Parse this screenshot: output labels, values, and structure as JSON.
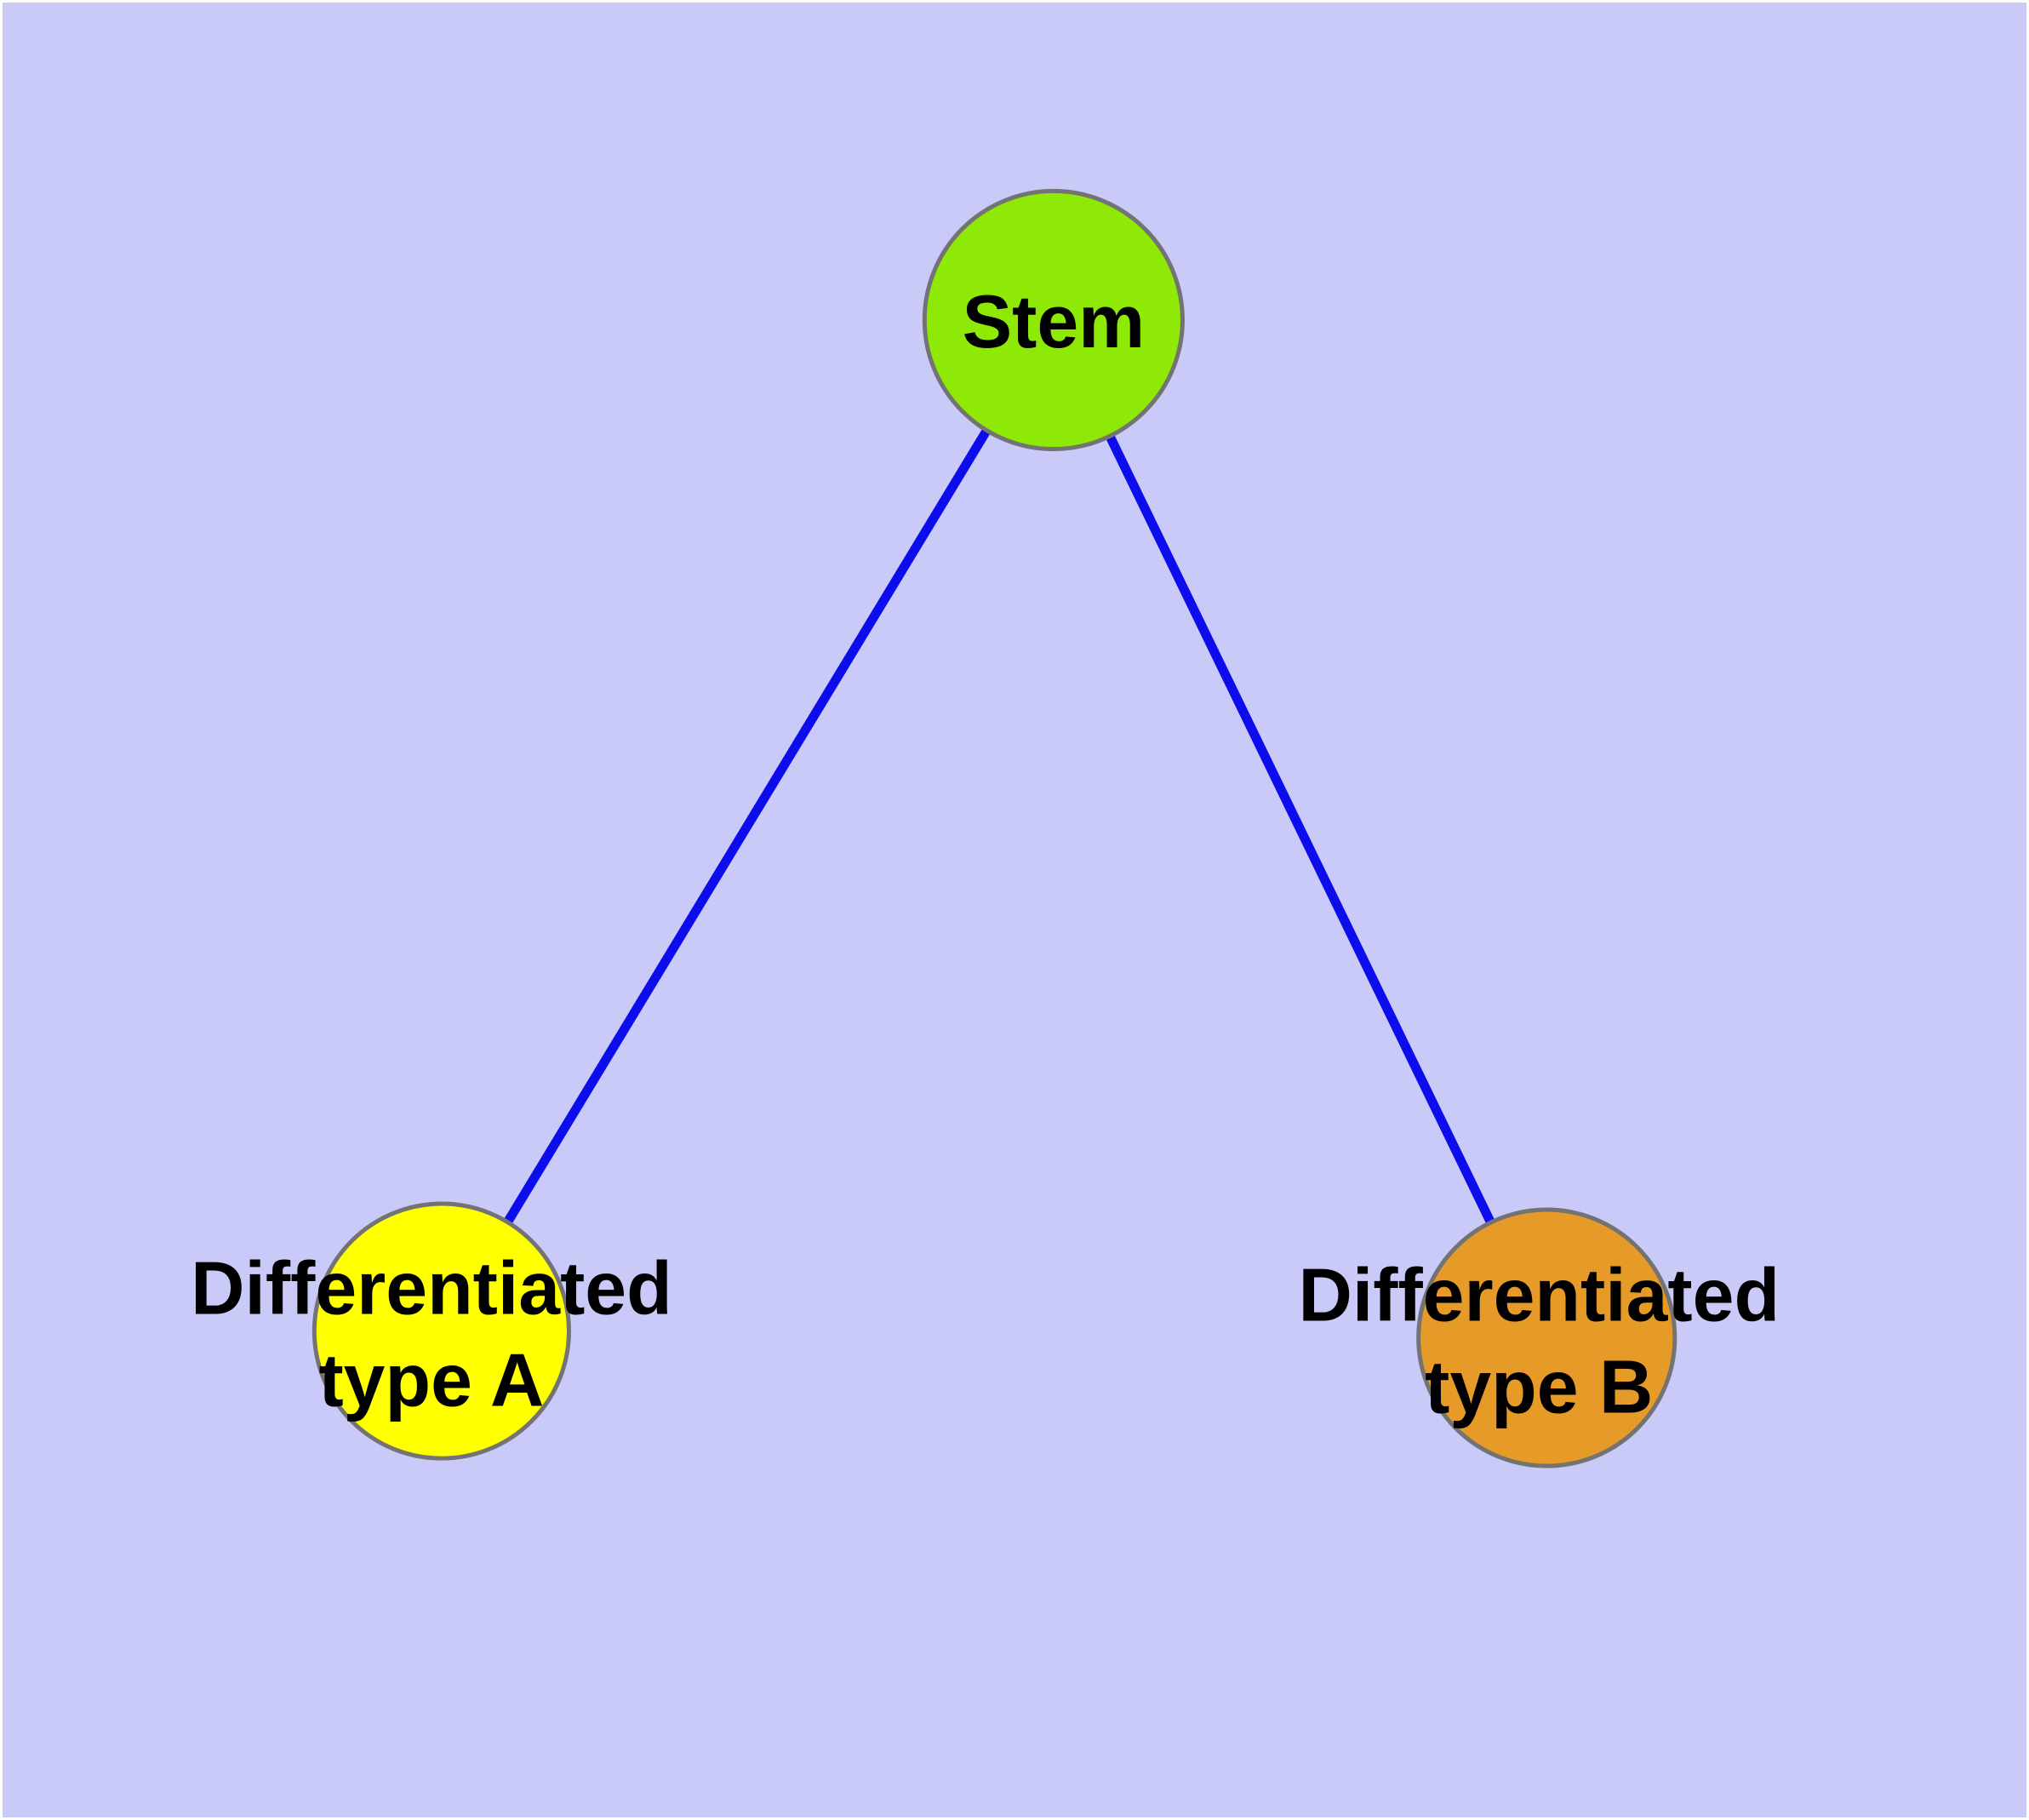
{
  "figure": {
    "background_color": "#CACAF8",
    "frame_color": "#FFFFFF"
  },
  "graph": {
    "type": "node-link-diagram",
    "edge_color": "#0C0CEC",
    "node_border_color": "#737373",
    "label_color": "#000000",
    "nodes": [
      {
        "id": "stem",
        "label": "Stem",
        "line1": "Stem",
        "line2": "",
        "fill": "#8DE905"
      },
      {
        "id": "differentiated-type-a",
        "label": "Differentiated type A",
        "line1": "Differentiated",
        "line2": "type A",
        "fill": "#FFFF00"
      },
      {
        "id": "differentiated-type-b",
        "label": "Differentiated type B",
        "line1": "Differentiated",
        "line2": "type B",
        "fill": "#E69A28"
      }
    ],
    "edges": [
      {
        "from": "Stem",
        "to": "Differentiated type A"
      },
      {
        "from": "Stem",
        "to": "Differentiated type B"
      }
    ]
  }
}
